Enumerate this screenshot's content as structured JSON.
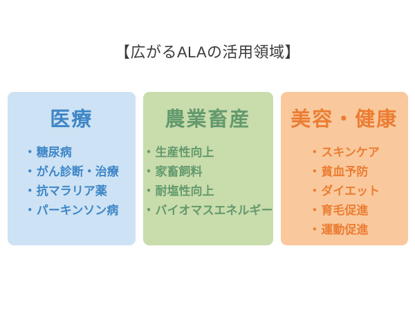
{
  "title": "【広がるALAの活用領域】",
  "bullet": "・",
  "colors": {
    "title_text": "#3a3a3a",
    "medical_bg": "#cde2f4",
    "medical_text": "#3e86c7",
    "agriculture_bg": "#c9dcac",
    "agriculture_text": "#639a6d",
    "beauty_bg": "#f9c99d",
    "beauty_text": "#eb7d33"
  },
  "cards": [
    {
      "name": "medical",
      "label": "医療",
      "bg": "#cde2f4",
      "color": "#3e86c7",
      "items": [
        "糖尿病",
        "がん診断・治療",
        "抗マラリア薬",
        "パーキンソン病"
      ]
    },
    {
      "name": "agriculture-livestock",
      "label": "農業畜産",
      "bg": "#c9dcac",
      "color": "#639a6d",
      "items": [
        "生産性向上",
        "家畜飼料",
        "耐塩性向上",
        "バイオマスエネルギー"
      ]
    },
    {
      "name": "beauty-health",
      "label": "美容・健康",
      "bg": "#f9c99d",
      "color": "#eb7d33",
      "items": [
        "スキンケア",
        "貧血予防",
        "ダイエット",
        "育毛促進",
        "運動促進"
      ]
    }
  ]
}
